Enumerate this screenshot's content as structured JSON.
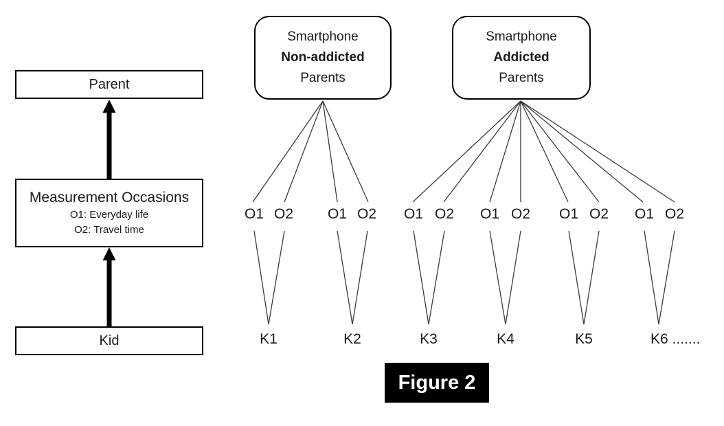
{
  "figure_caption": "Figure 2",
  "left_flow": {
    "parent_label": "Parent",
    "measurement_title": "Measurement Occasions",
    "measurement_o1": "O1: Everyday life",
    "measurement_o2": "O2: Travel time",
    "kid_label": "Kid"
  },
  "groups": [
    {
      "line1": "Smartphone",
      "line2": "Non-addicted",
      "line3": "Parents"
    },
    {
      "line1": "Smartphone",
      "line2": "Addicted",
      "line3": "Parents"
    }
  ],
  "occasion_labels": [
    "O1",
    "O2",
    "O1",
    "O2",
    "O1",
    "O2",
    "O1",
    "O2",
    "O1",
    "O2",
    "O1",
    "O2"
  ],
  "kid_labels": [
    "K1",
    "K2",
    "K3",
    "K4",
    "K5",
    "K6 ......."
  ],
  "colors": {
    "background": "#ffffff",
    "text": "#1a1a1a",
    "line": "#3a3a3a",
    "box_border": "#000000",
    "arrow": "#000000",
    "caption_bg": "#000000",
    "caption_text": "#ffffff"
  }
}
